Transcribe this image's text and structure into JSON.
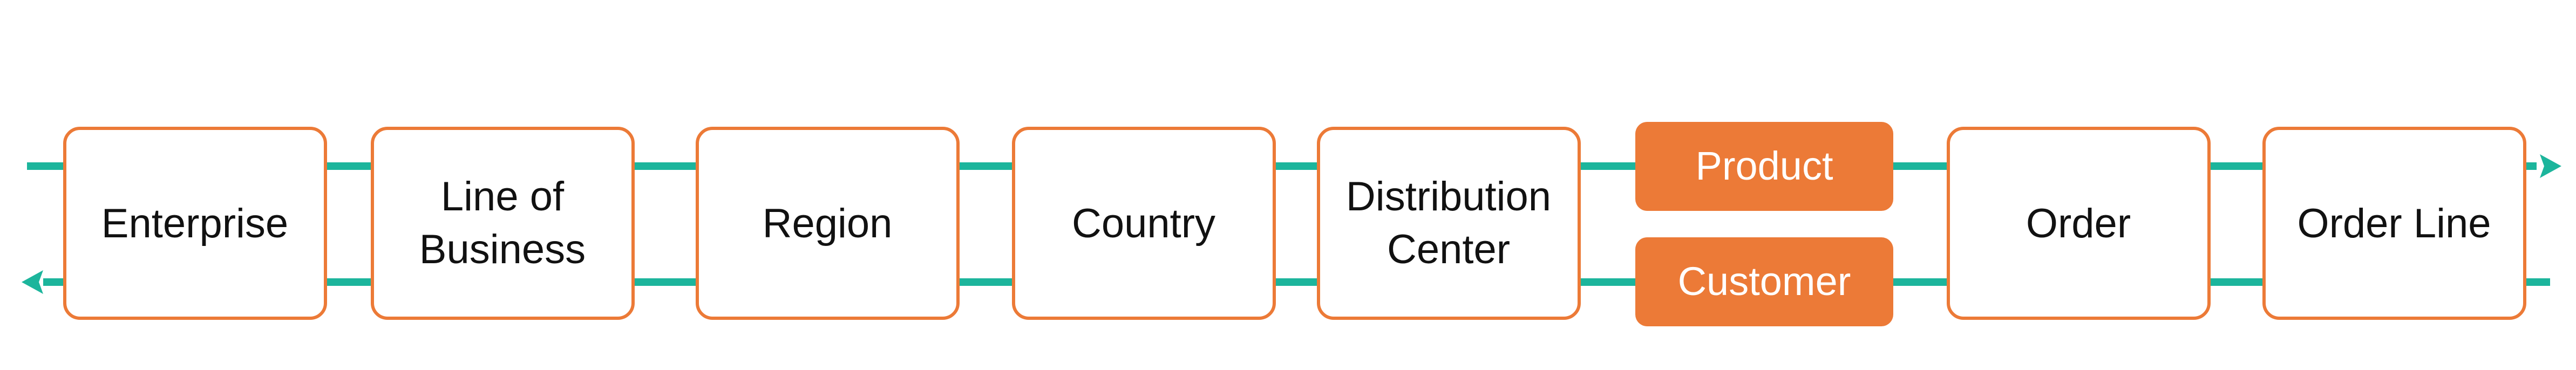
{
  "diagram": {
    "colors": {
      "connector": "#1cb59c",
      "box_border": "#ec7a37",
      "box_fill_highlight": "#ec7a37",
      "text_dark": "#111111",
      "text_light": "#ffffff"
    },
    "flow": {
      "top_arrow_direction": "right",
      "bottom_arrow_direction": "left"
    },
    "nodes": {
      "enterprise": {
        "lines": [
          "Enterprise"
        ]
      },
      "line_of_business": {
        "lines": [
          "Line of",
          "Business"
        ]
      },
      "region": {
        "lines": [
          "Region"
        ]
      },
      "country": {
        "lines": [
          "Country"
        ]
      },
      "distribution_center": {
        "lines": [
          "Distribution",
          "Center"
        ]
      },
      "product": {
        "lines": [
          "Product"
        ]
      },
      "customer": {
        "lines": [
          "Customer"
        ]
      },
      "order": {
        "lines": [
          "Order"
        ]
      },
      "order_line": {
        "lines": [
          "Order Line"
        ]
      }
    }
  }
}
